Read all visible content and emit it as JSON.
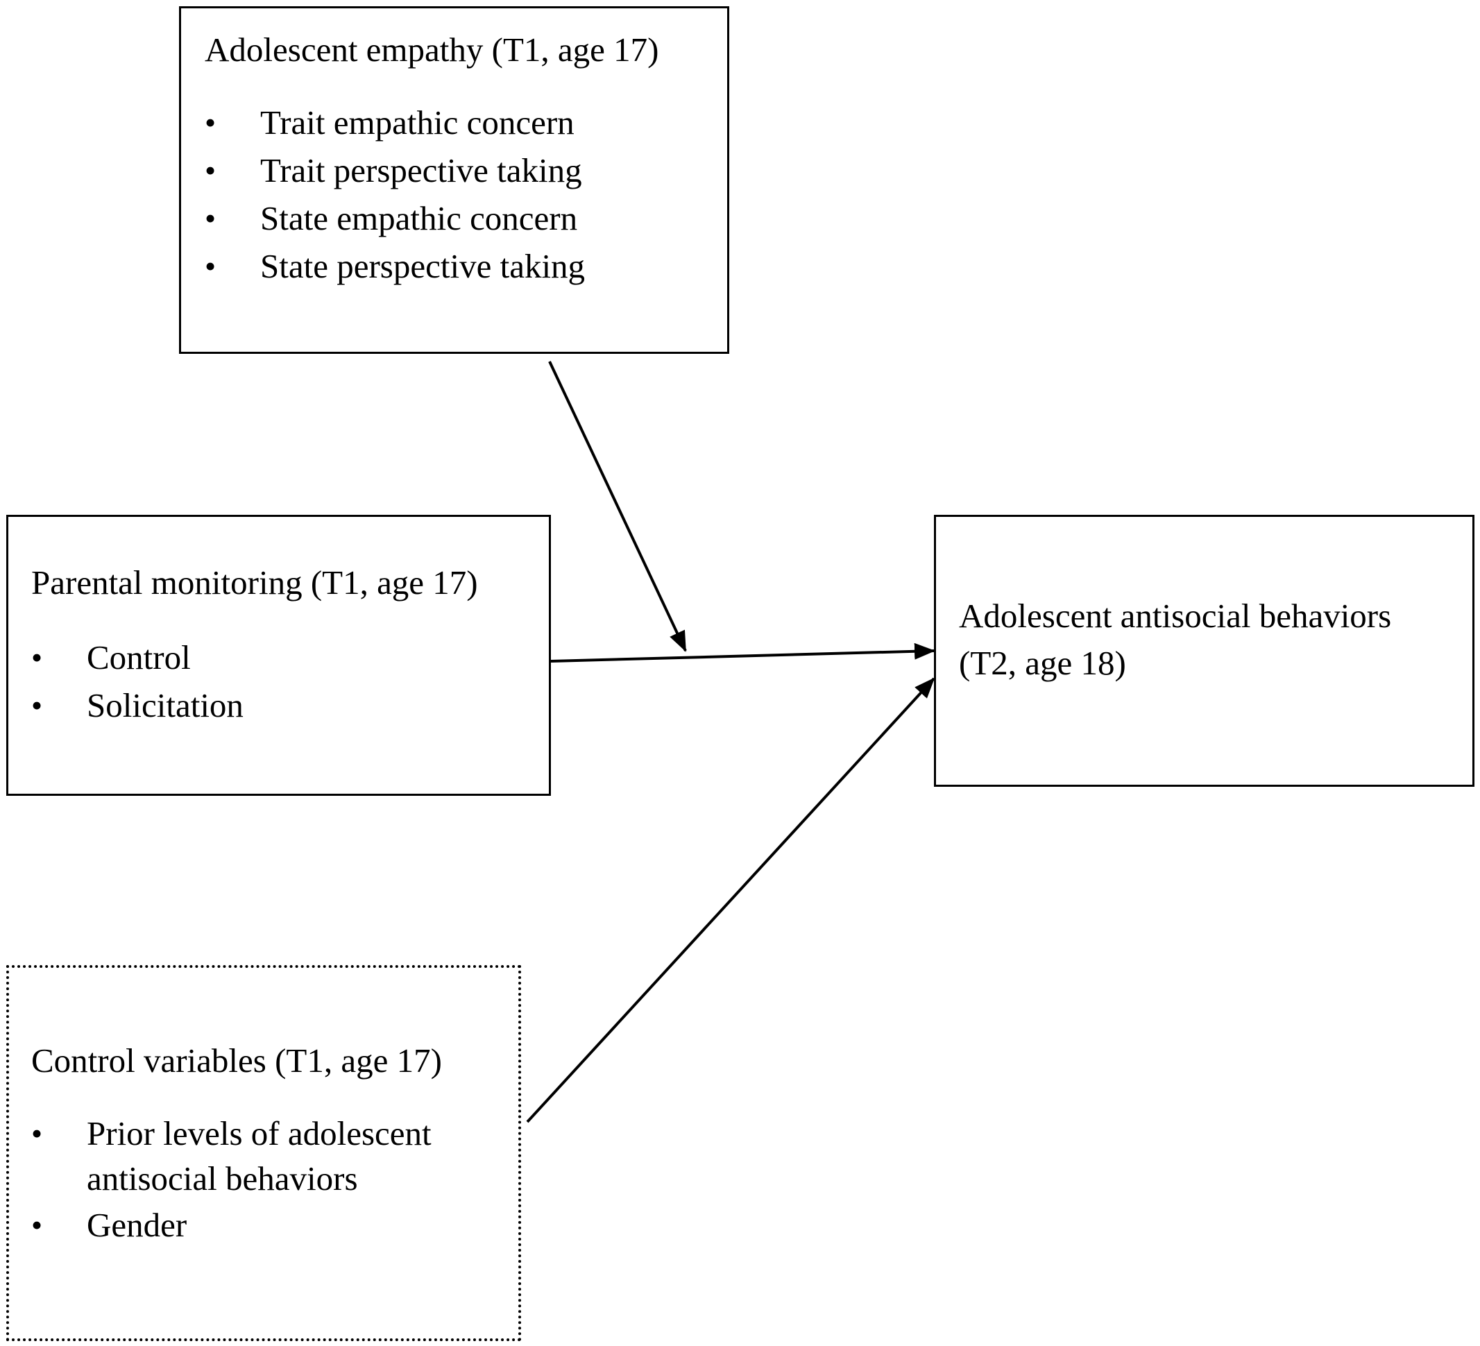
{
  "empathy_box": {
    "title": "Adolescent empathy (T1, age 17)",
    "items": [
      "Trait empathic concern",
      "Trait perspective taking",
      "State empathic concern",
      "State perspective taking"
    ]
  },
  "monitoring_box": {
    "title": "Parental monitoring (T1, age 17)",
    "items": [
      "Control",
      "Solicitation"
    ]
  },
  "outcome_box": {
    "title_line1": "Adolescent antisocial behaviors",
    "title_line2": "(T2, age 18)"
  },
  "control_box": {
    "title": "Control variables (T1, age 17)",
    "items": [
      "Prior levels of adolescent",
      "antisocial behaviors",
      "Gender"
    ]
  },
  "bullet_char": "•",
  "colors": {
    "stroke": "#000000",
    "background": "#ffffff"
  }
}
